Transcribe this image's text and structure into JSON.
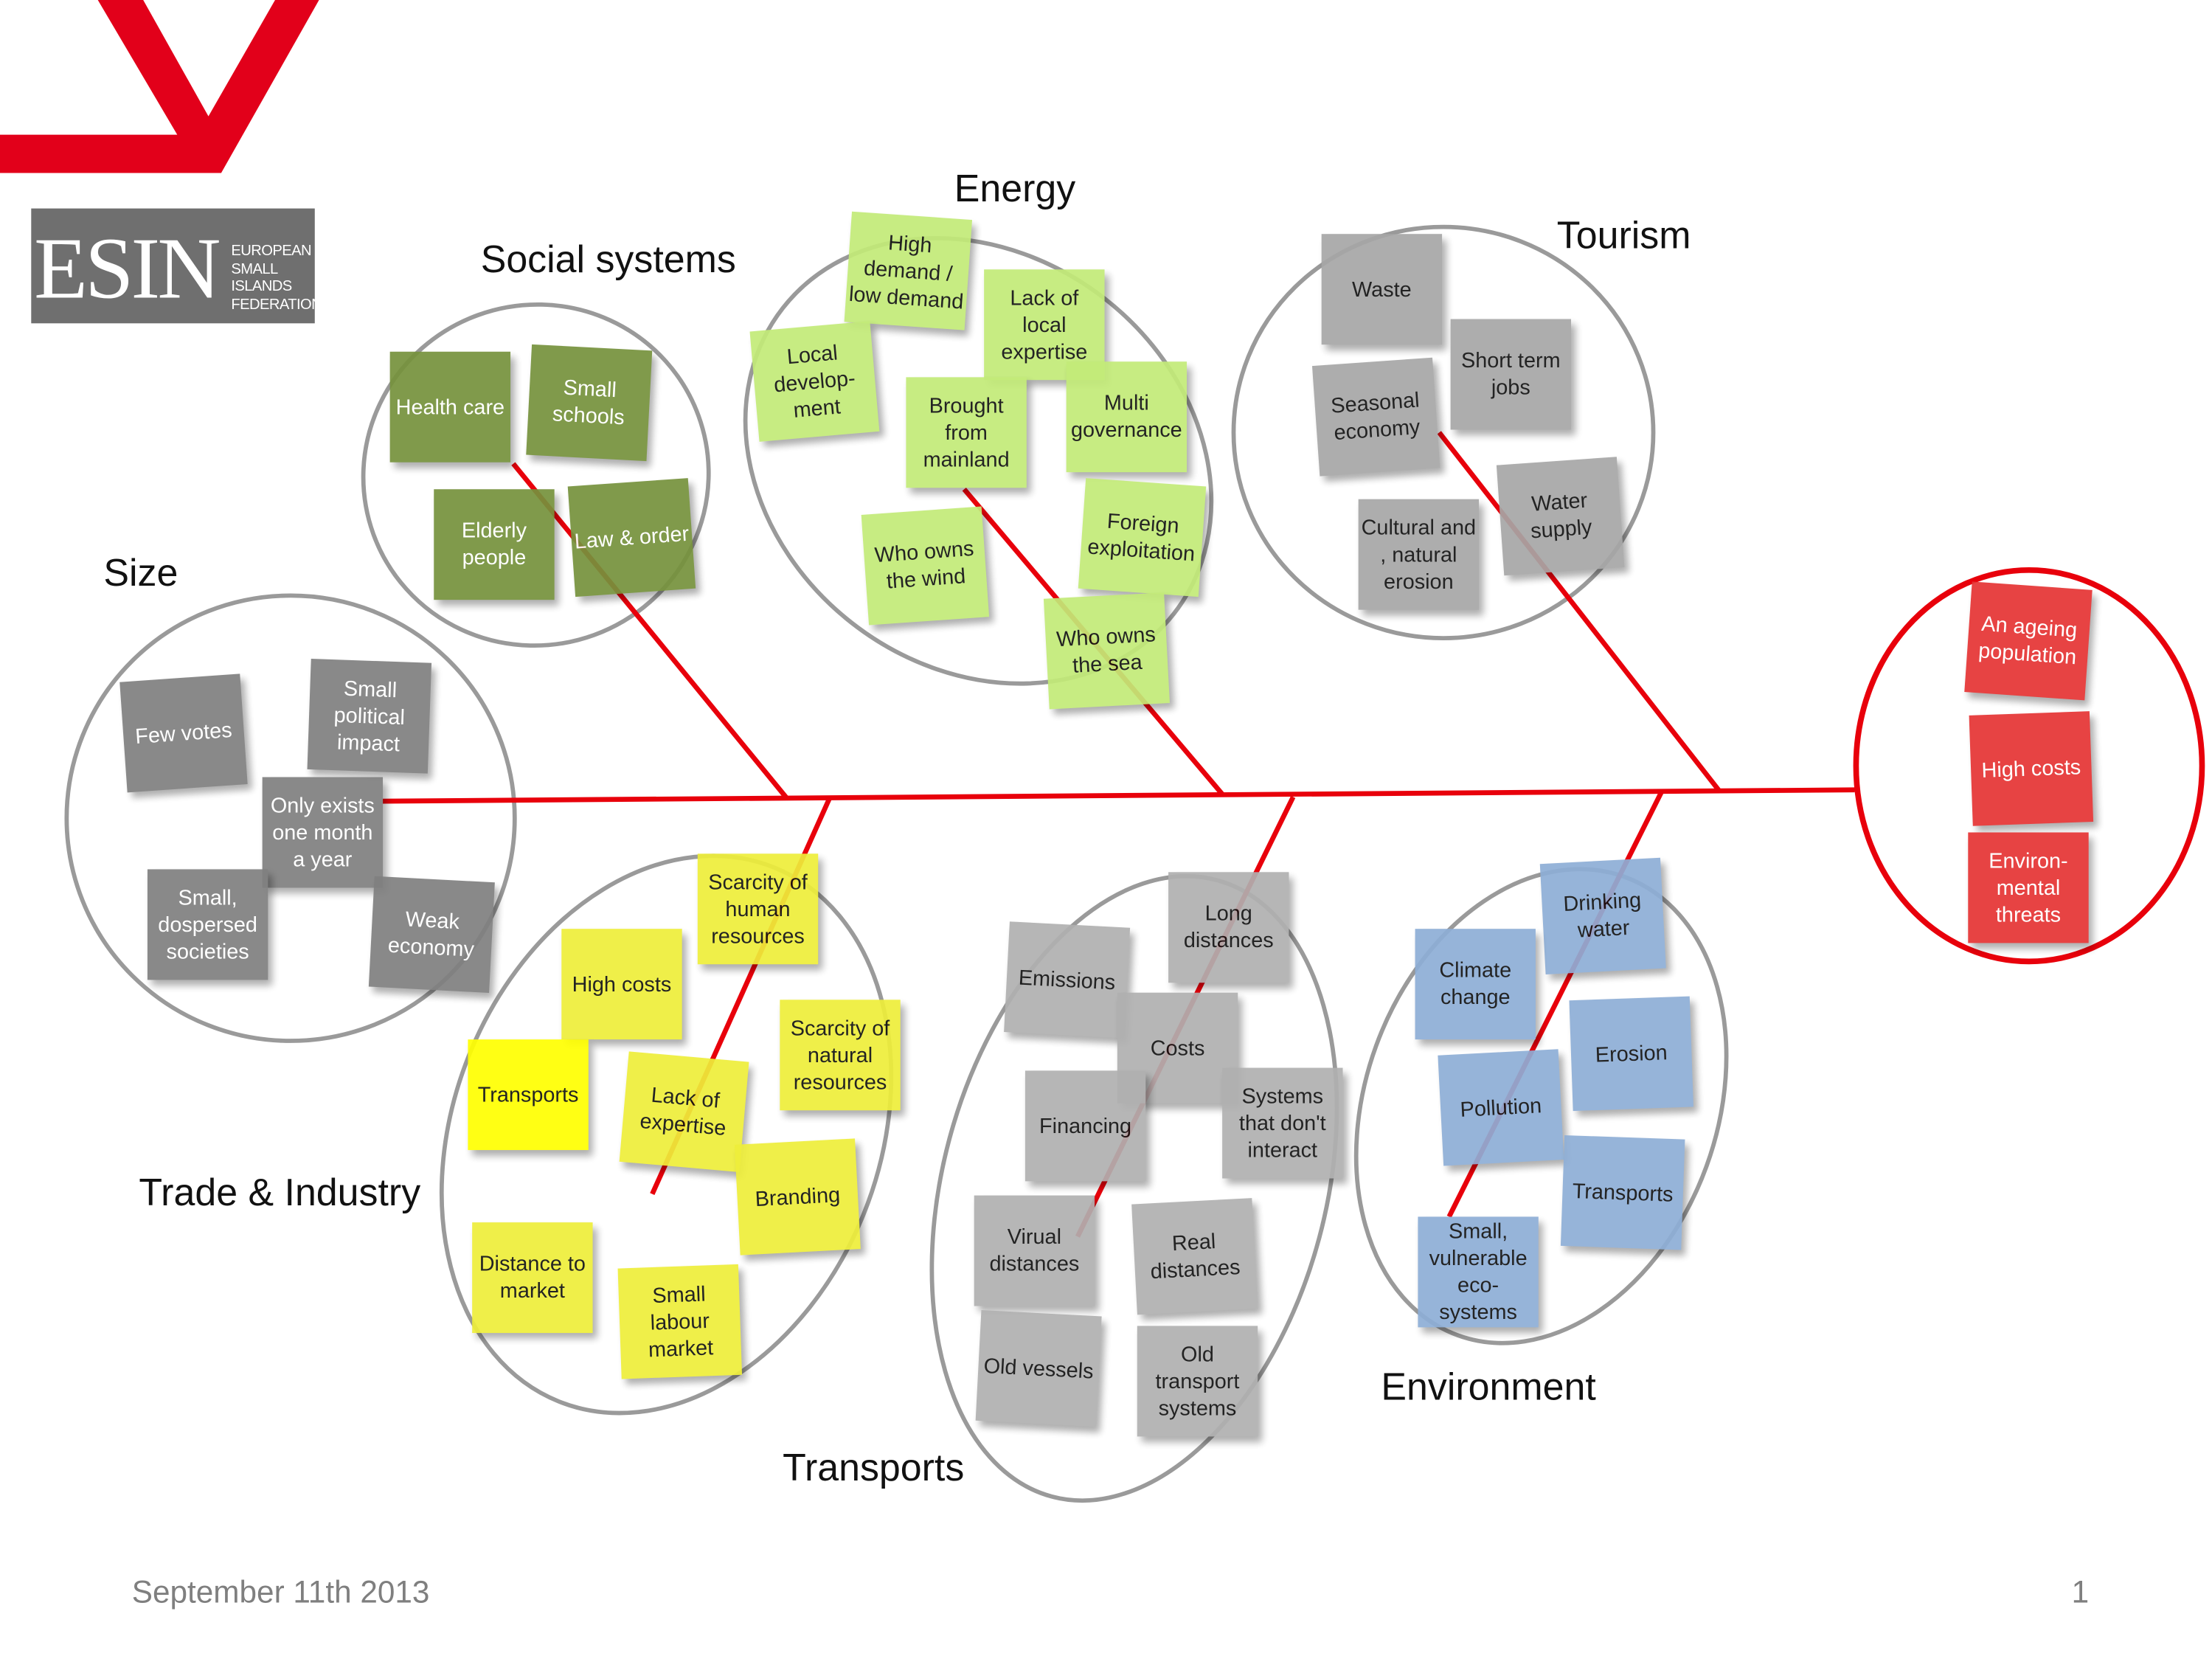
{
  "logo": {
    "acronym": "ESIN",
    "lines": [
      "EUROPEAN",
      "SMALL",
      "ISLANDS",
      "FEDERATION"
    ]
  },
  "colors": {
    "line": "#e8000b",
    "ellipse": "#9a9a9a",
    "social": "#76923c",
    "energy": "#c3eb78",
    "tourism": "#a6a6a6",
    "size": "#7f7f7f",
    "trade": "#eeee3a",
    "transports": "#b0b0b0",
    "environment": "#8eaed6",
    "effects": "#e53333"
  },
  "groups": [
    {
      "id": "social",
      "title": "Social systems",
      "items": [
        "Health care",
        "Small schools",
        "Elderly people",
        "Law & order"
      ]
    },
    {
      "id": "energy",
      "title": "Energy",
      "items": [
        "High demand / low demand",
        "Lack of local expertise",
        "Local develop-ment",
        "Brought from mainland",
        "Multi governance",
        "Foreign exploitation",
        "Who owns the wind",
        "Who owns the sea"
      ]
    },
    {
      "id": "tourism",
      "title": "Tourism",
      "items": [
        "Waste",
        "Short term jobs",
        "Seasonal economy",
        "Cultural and , natural erosion",
        "Water supply"
      ]
    },
    {
      "id": "size",
      "title": "Size",
      "items": [
        "Few votes",
        "Small political impact",
        "Only exists one month a year",
        "Small, dospersed societies",
        "Weak economy"
      ]
    },
    {
      "id": "trade",
      "title": "Trade & Industry",
      "items": [
        "Scarcity of human resources",
        "High costs",
        "Scarcity of natural resources",
        "Transports",
        "Lack of expertise",
        "Branding",
        "Distance to market",
        "Small labour market"
      ]
    },
    {
      "id": "transports",
      "title": "Transports",
      "items": [
        "Long distances",
        "Emissions",
        "Costs",
        "Financing",
        "Systems that don't interact",
        "Virual distances",
        "Real distances",
        "Old vessels",
        "Old transport systems"
      ]
    },
    {
      "id": "environment",
      "title": "Environment",
      "items": [
        "Drinking water",
        "Climate change",
        "Erosion",
        "Pollution",
        "Transports",
        "Small, vulnerable eco-systems"
      ]
    },
    {
      "id": "effects",
      "title": "",
      "items": [
        "An ageing population",
        "High costs",
        "Environ-mental threats"
      ]
    }
  ],
  "footer": {
    "date": "September 11th 2013",
    "page": "1"
  }
}
